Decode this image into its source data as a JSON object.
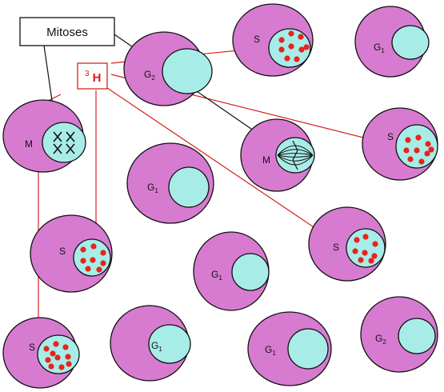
{
  "mitoses_label": "Mitoses",
  "tracer": {
    "superscript": "3",
    "symbol": "H"
  },
  "colors": {
    "cell": "#d77bd0",
    "nucleus": "#a8ece8",
    "dot": "#e8231b",
    "leader_red": "#d5221a",
    "leader_black": "#111111",
    "outline": "#111111"
  },
  "cells": [
    {
      "id": "s-top",
      "phase": "S",
      "sub": "",
      "content": "dots"
    },
    {
      "id": "g1-top-right",
      "phase": "G",
      "sub": "1",
      "content": "empty"
    },
    {
      "id": "g2-top",
      "phase": "G",
      "sub": "2",
      "content": "empty"
    },
    {
      "id": "m-left",
      "phase": "M",
      "sub": "",
      "content": "chromosomes"
    },
    {
      "id": "s-right",
      "phase": "S",
      "sub": "",
      "content": "dots"
    },
    {
      "id": "m-center",
      "phase": "M",
      "sub": "",
      "content": "spindle"
    },
    {
      "id": "g1-middle",
      "phase": "G",
      "sub": "1",
      "content": "empty"
    },
    {
      "id": "s-mid-left",
      "phase": "S",
      "sub": "",
      "content": "dots"
    },
    {
      "id": "s-mid-right",
      "phase": "S",
      "sub": "",
      "content": "dots"
    },
    {
      "id": "g1-center",
      "phase": "G",
      "sub": "1",
      "content": "empty"
    },
    {
      "id": "s-bottom-left",
      "phase": "S",
      "sub": "",
      "content": "dots"
    },
    {
      "id": "g1-bottom-1",
      "phase": "G",
      "sub": "1",
      "content": "empty"
    },
    {
      "id": "g1-bottom-2",
      "phase": "G",
      "sub": "1",
      "content": "empty"
    },
    {
      "id": "g2-bottom-right",
      "phase": "G",
      "sub": "2",
      "content": "empty"
    }
  ]
}
